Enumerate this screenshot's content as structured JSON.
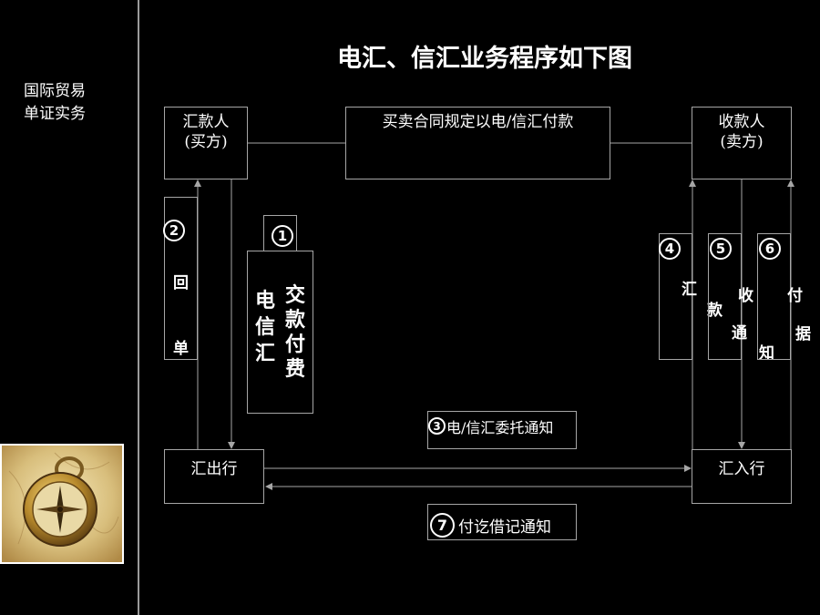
{
  "sidebar": {
    "line1": "国际贸易",
    "line2": "单证实务"
  },
  "title": "电汇、信汇业务程序如下图",
  "nodes": {
    "remitter_line1": "汇款人",
    "remitter_line2": "(买方)",
    "contract": "买卖合同规定以电/信汇付款",
    "payee_line1": "收款人",
    "payee_line2": "(卖方)",
    "remitting_bank": "汇出行",
    "paying_bank": "汇入行"
  },
  "steps": {
    "s1": {
      "num": "1",
      "col1": [
        "交",
        "款",
        "付",
        "费"
      ],
      "col2": [
        "电",
        "信",
        "汇"
      ]
    },
    "s2": {
      "num": "2",
      "chars": [
        "回",
        "单"
      ]
    },
    "s3": {
      "num": "3",
      "label": "电/信汇委托通知"
    },
    "s4": {
      "num": "4",
      "chars": [
        "汇",
        "款"
      ]
    },
    "s5": {
      "num": "5",
      "chars": [
        "收",
        "通",
        "知"
      ]
    },
    "s6": {
      "num": "6",
      "chars": [
        "付",
        "据"
      ]
    },
    "s7": {
      "num": "7",
      "label": "付讫借记通知"
    }
  },
  "colors": {
    "background": "#000000",
    "line": "#a6a6a6",
    "text": "#ffffff"
  }
}
